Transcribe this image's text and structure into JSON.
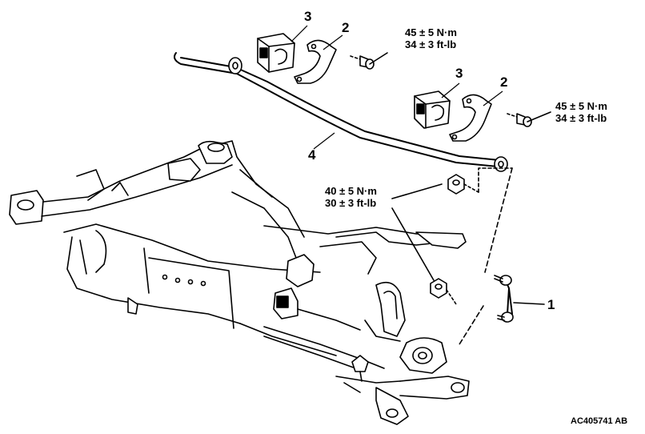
{
  "callouts": {
    "c1": "1",
    "c2a": "2",
    "c2b": "2",
    "c3a": "3",
    "c3b": "3",
    "c4": "4"
  },
  "torques": {
    "t1": {
      "metric": "45 ± 5 N·m",
      "imperial": "34 ± 3 ft-lb"
    },
    "t2": {
      "metric": "45 ± 5 N·m",
      "imperial": "34 ± 3 ft-lb"
    },
    "t3": {
      "metric": "40 ± 5 N·m",
      "imperial": "30 ± 3 ft-lb"
    }
  },
  "figure_code": "AC405741 AB",
  "colors": {
    "line": "#000000",
    "background": "#ffffff"
  }
}
